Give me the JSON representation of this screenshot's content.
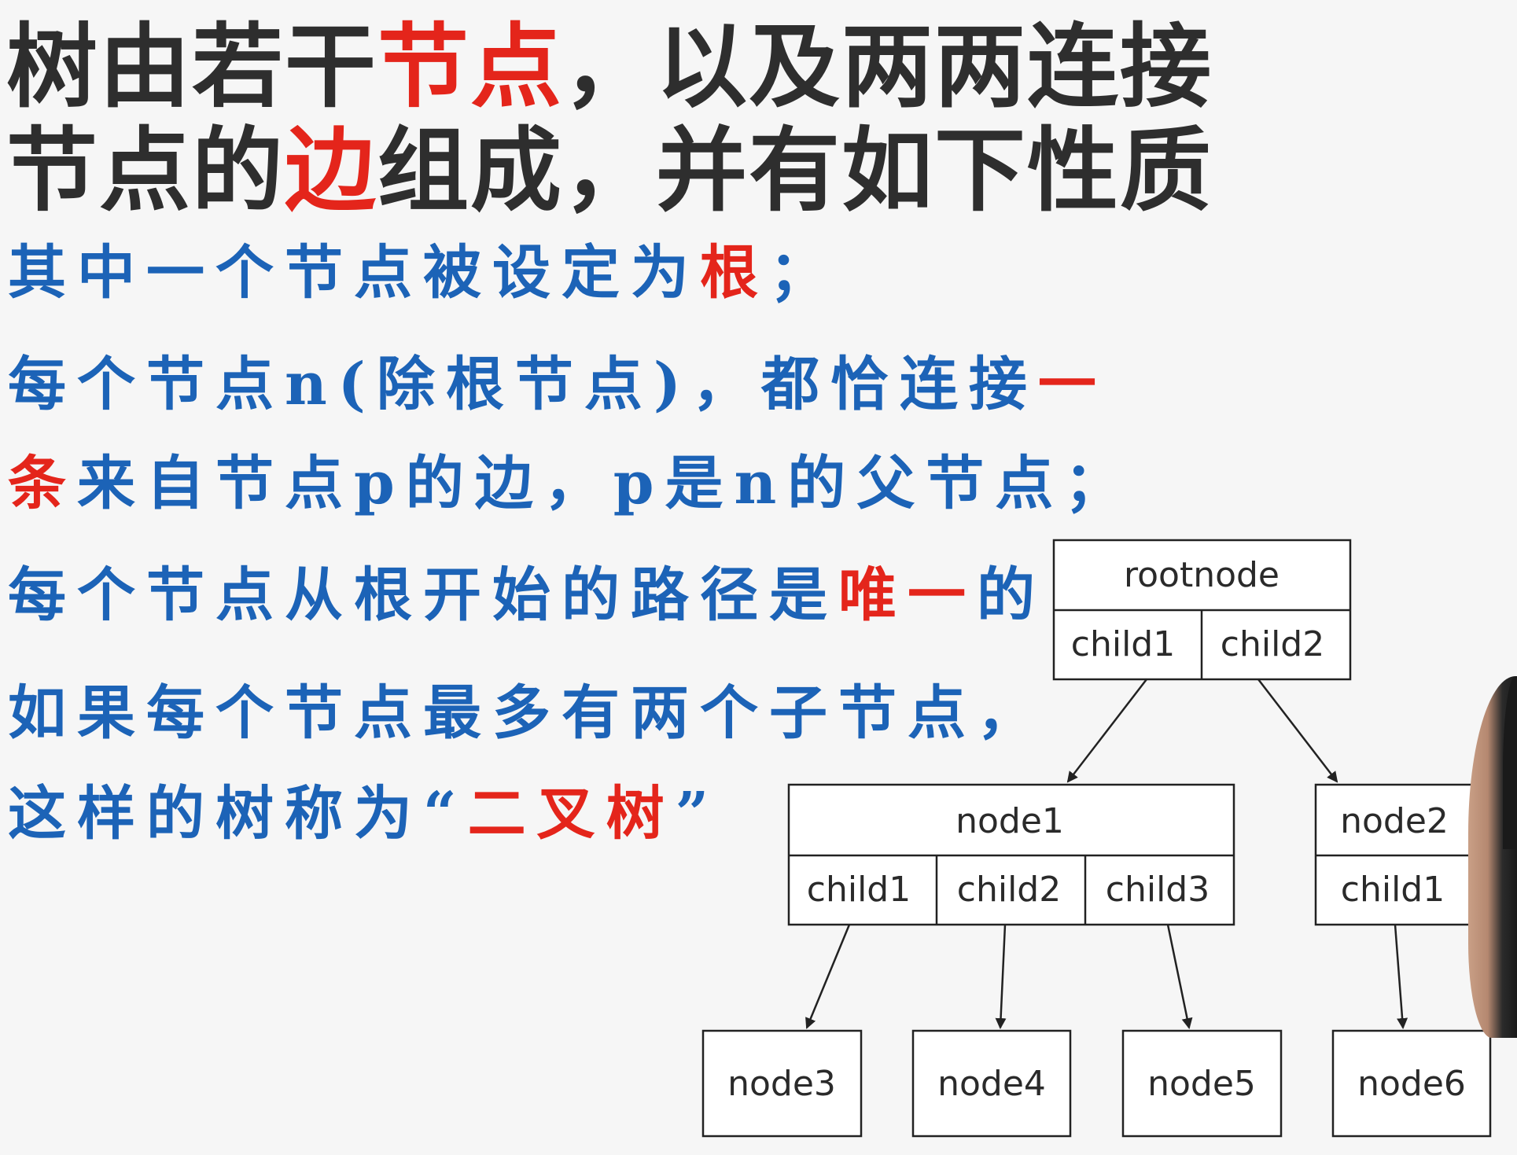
{
  "headline": {
    "line1": {
      "pre": "树由若干",
      "accent": "节点",
      "post": "，以及两两连接"
    },
    "line2": {
      "pre": "节点的",
      "accent": "边",
      "post": "组成，并有如下性质"
    }
  },
  "points": [
    {
      "pre": "其中一个节点被设定为",
      "accent": "根",
      "post": "；"
    },
    {
      "pre": "每个节点n(除根节点)，都恰连接",
      "accent": "一",
      "post": ""
    },
    {
      "pre": "",
      "accent": "条",
      "post": "来自节点p的边，p是n的父节点；"
    },
    {
      "pre": "每个节点从根开始的路径是",
      "accent": "唯一",
      "post": "的"
    },
    {
      "pre": "如果每个节点最多有两个子节点，",
      "accent": "",
      "post": ""
    },
    {
      "pre": "这样的树称为“",
      "accent": "二叉树",
      "post": "”"
    }
  ],
  "diagram": {
    "root": {
      "name": "rootnode",
      "children": [
        "child1",
        "child2"
      ]
    },
    "node1": {
      "name": "node1",
      "children": [
        "child1",
        "child2",
        "child3"
      ]
    },
    "node2": {
      "name": "node2",
      "children": [
        "child1"
      ]
    },
    "leaves": [
      "node3",
      "node4",
      "node5",
      "node6"
    ]
  },
  "colors": {
    "headline": "#2e2e2e",
    "accent": "#e4251b",
    "points": "#1c63b7"
  }
}
